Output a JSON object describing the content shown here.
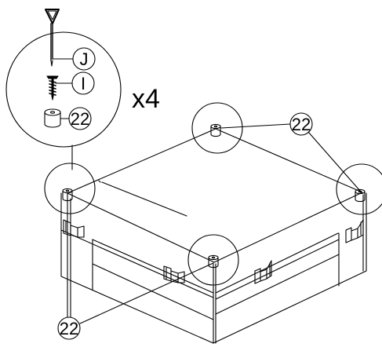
{
  "diagram": {
    "detail_callouts": {
      "tool_label": "J",
      "screw_label": "I",
      "foot_label": "22"
    },
    "quantity": "x4",
    "part_labels": {
      "top_right": "22",
      "bottom_left": "22"
    }
  }
}
